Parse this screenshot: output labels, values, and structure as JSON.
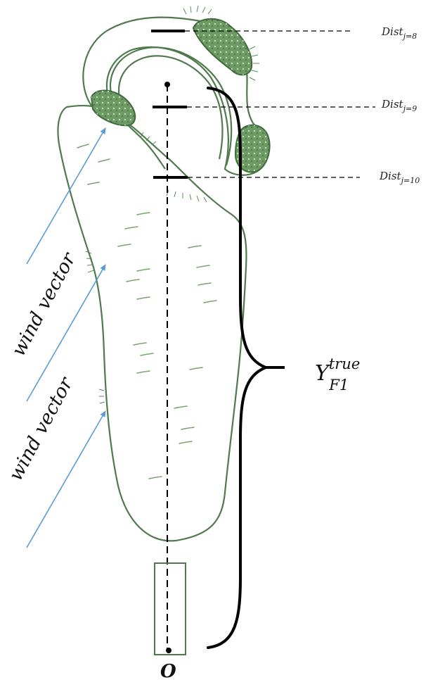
{
  "labels": {
    "dist_prefix": "Dist",
    "dist_8_sub": "j=8",
    "dist_9_sub": "j=9",
    "dist_10_sub": "j=10",
    "wind_1": "wind vector",
    "wind_2": "wind vector",
    "y_base": "Y",
    "y_sup": "true",
    "y_sub": "F1",
    "origin": "O"
  },
  "colors": {
    "leaf_outline": "#4f7a4c",
    "sori": "#6e9a66",
    "wind_arrow": "#5b9bd5",
    "annotation": "#000000"
  }
}
